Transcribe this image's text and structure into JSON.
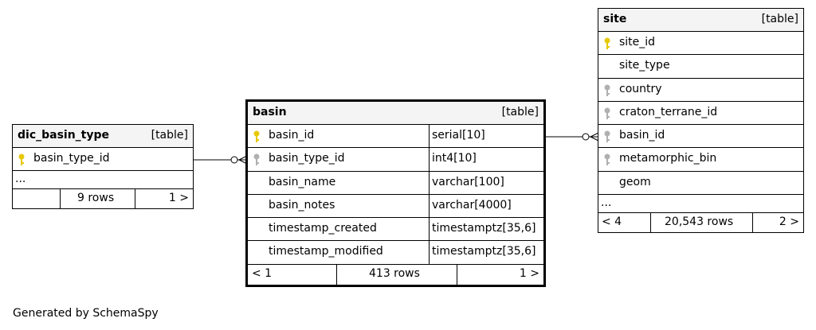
{
  "tables": {
    "dic_basin_type": {
      "name": "dic_basin_type",
      "kind": "[table]",
      "columns": [
        {
          "name": "basin_type_id",
          "key": "primary"
        }
      ],
      "more": "...",
      "footer": {
        "prev": "",
        "rows": "9 rows",
        "next": "1 >"
      }
    },
    "basin": {
      "name": "basin",
      "kind": "[table]",
      "columns": [
        {
          "name": "basin_id",
          "type": "serial[10]",
          "key": "primary"
        },
        {
          "name": "basin_type_id",
          "type": "int4[10]",
          "key": "foreign"
        },
        {
          "name": "basin_name",
          "type": "varchar[100]",
          "key": ""
        },
        {
          "name": "basin_notes",
          "type": "varchar[4000]",
          "key": ""
        },
        {
          "name": "timestamp_created",
          "type": "timestamptz[35,6]",
          "key": ""
        },
        {
          "name": "timestamp_modified",
          "type": "timestamptz[35,6]",
          "key": ""
        }
      ],
      "footer": {
        "prev": "< 1",
        "rows": "413 rows",
        "next": "1 >"
      }
    },
    "site": {
      "name": "site",
      "kind": "[table]",
      "columns": [
        {
          "name": "site_id",
          "key": "primary"
        },
        {
          "name": "site_type",
          "key": ""
        },
        {
          "name": "country",
          "key": "foreign"
        },
        {
          "name": "craton_terrane_id",
          "key": "foreign"
        },
        {
          "name": "basin_id",
          "key": "foreign"
        },
        {
          "name": "metamorphic_bin",
          "key": "foreign"
        },
        {
          "name": "geom",
          "key": ""
        }
      ],
      "more": "...",
      "footer": {
        "prev": "< 4",
        "rows": "20,543 rows",
        "next": "2 >"
      }
    }
  },
  "footer_text": "Generated by SchemaSpy",
  "colors": {
    "primary_key": "#e6c800",
    "foreign_key": "#b0b0b0",
    "header_bg": "#f4f4f4"
  }
}
